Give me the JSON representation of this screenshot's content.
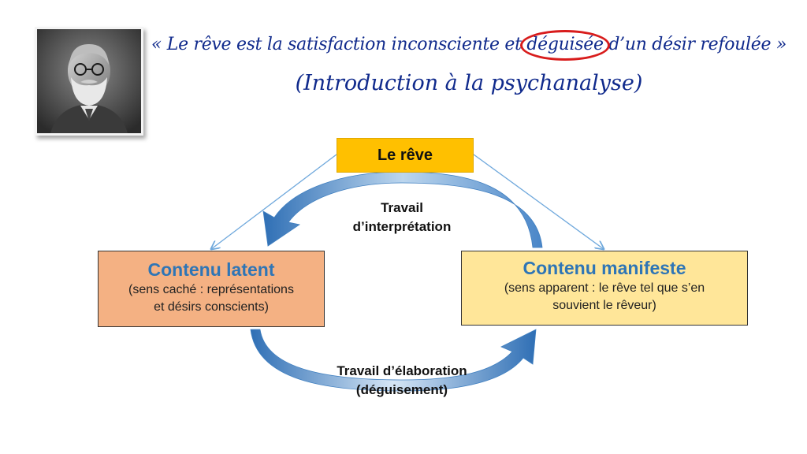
{
  "quote": {
    "line1_before": "« Le rêve est la satisfaction inconsciente et ",
    "line1_circled": "déguisée",
    "line1_after": " d’un désir refoulée »",
    "line2": "(Introduction à la psychanalyse)"
  },
  "nodes": {
    "reve": {
      "label": "Le rêve",
      "color": "#ffc000"
    },
    "latent": {
      "title": "Contenu latent",
      "desc_line1": "(sens caché : représentations",
      "desc_line2": "et désirs conscients)",
      "color": "#f4b183"
    },
    "manifeste": {
      "title": "Contenu manifeste",
      "desc_line1": "(sens apparent : le rêve tel que s’en",
      "desc_line2": "souvient le rêveur)",
      "color": "#ffe699"
    }
  },
  "arrows": {
    "interpretation": {
      "line1": "Travail",
      "line2": "d’interprétation"
    },
    "elaboration": {
      "line1": "Travail d’élaboration",
      "line2": "(déguisement)"
    }
  },
  "colors": {
    "quote_text": "#102a8c",
    "highlight_circle": "#d81c1c",
    "box_title": "#2e75b6",
    "curved_arrow": "#5b9bd5",
    "connector_line": "#6fa8dc"
  },
  "icons": {
    "portrait": "portrait-photo-icon"
  }
}
